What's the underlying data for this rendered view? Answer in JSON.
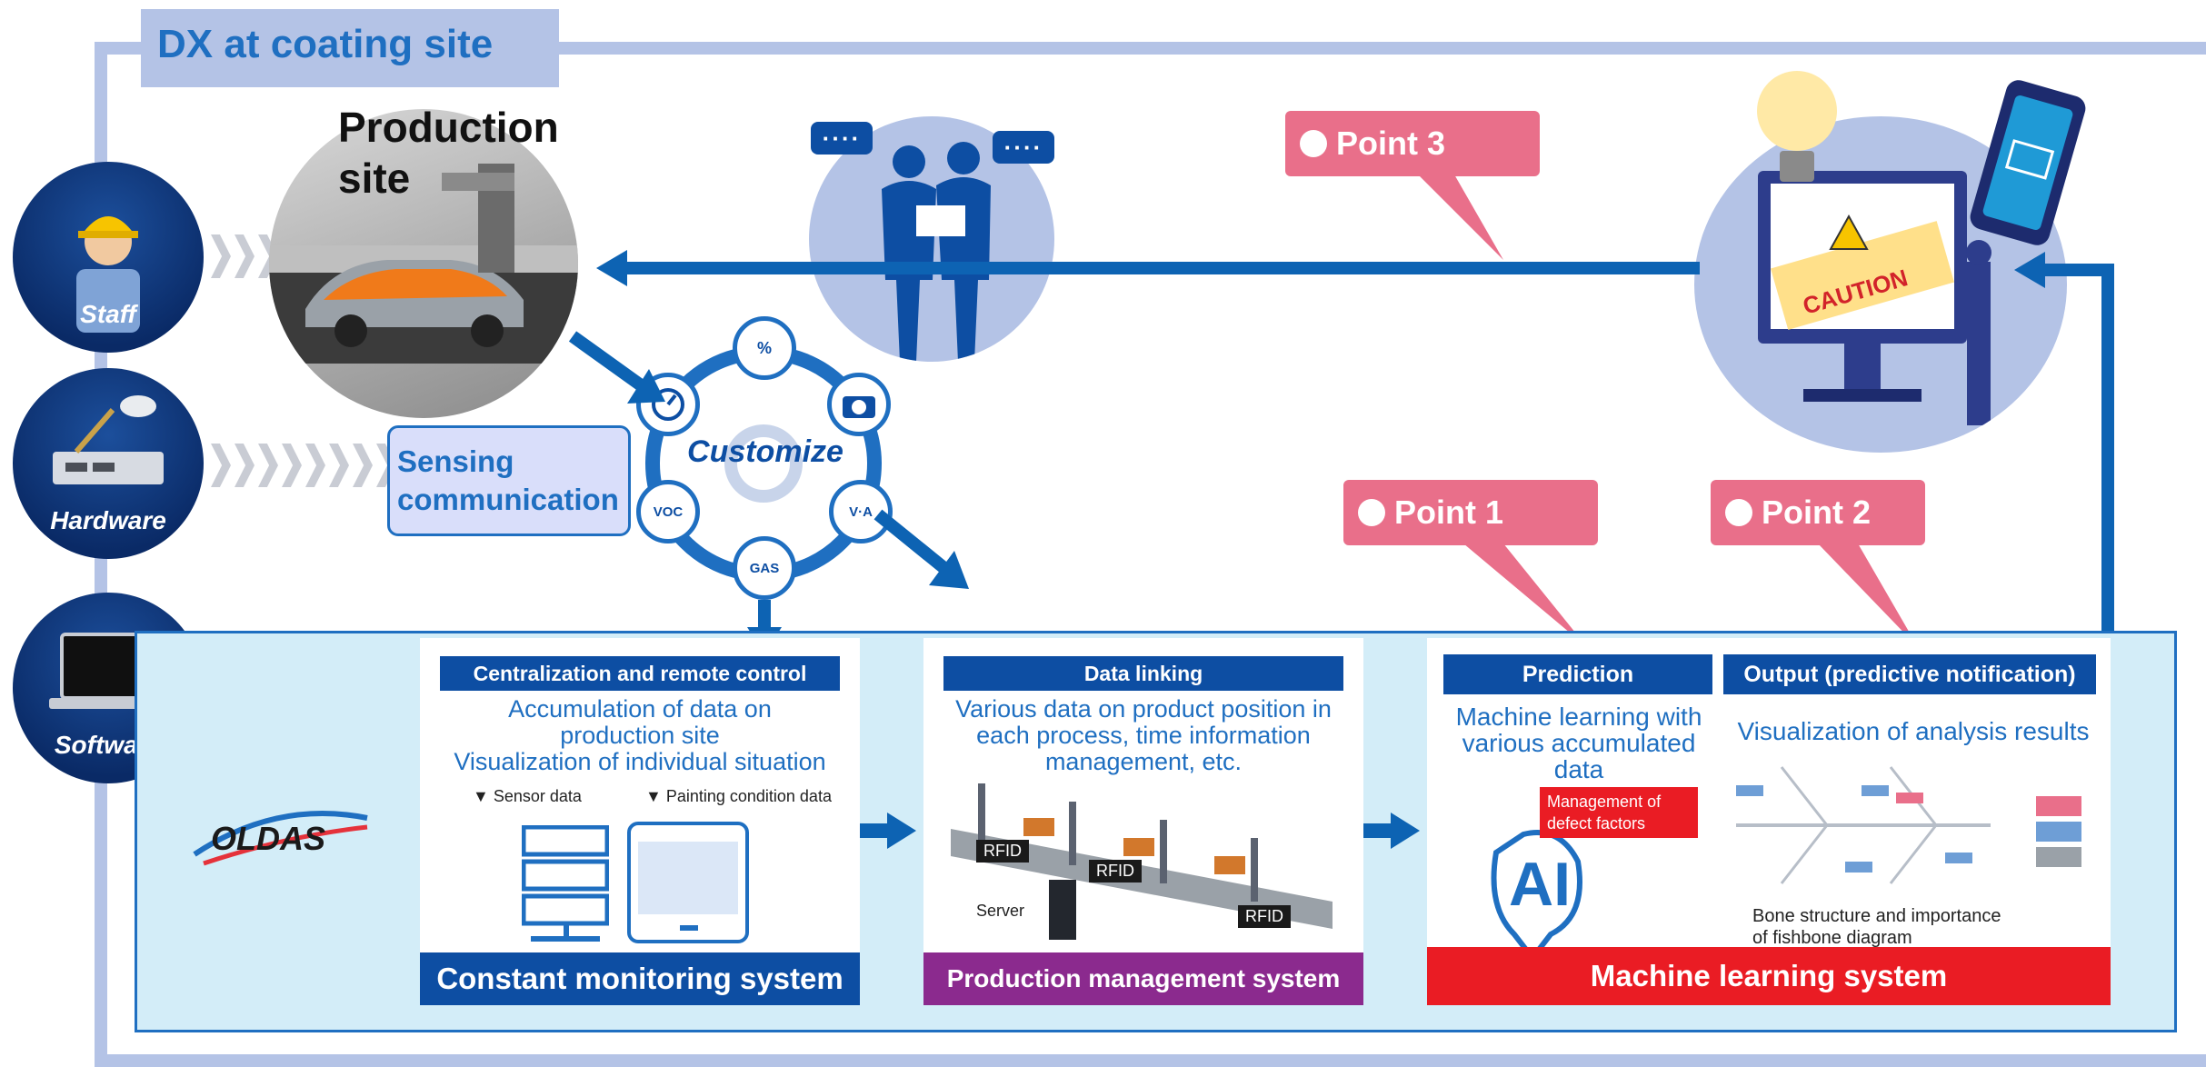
{
  "title": "DX at coating site",
  "actors": [
    {
      "label": "Staff",
      "icon": "worker-icon"
    },
    {
      "label": "Hardware",
      "icon": "router-icon"
    },
    {
      "label": "Software",
      "icon": "laptop-icon"
    }
  ],
  "production_site": {
    "title_line1": "Production",
    "title_line2": "site"
  },
  "sensing": {
    "line1": "Sensing",
    "line2": "communication"
  },
  "customize": {
    "label": "Customize",
    "icons": [
      "humidity-icon",
      "camera-icon",
      "meter-icon",
      "gas-icon",
      "voc-icon",
      "gauge-icon"
    ],
    "icon_texts": {
      "humidity": "%",
      "voc": "VOC",
      "gas": "GAS",
      "meter": "V·A"
    }
  },
  "meeting": {
    "bubble1": "····",
    "bubble2": "····"
  },
  "caution": {
    "text": "CAUTION"
  },
  "points": {
    "p1": "Point 1",
    "p2": "Point 2",
    "p3": "Point 3"
  },
  "oldas": {
    "logo": "OLDAS"
  },
  "constant_monitoring": {
    "header": "Centralization and remote control",
    "text_line1": "Accumulation of data on",
    "text_line2": "production site",
    "text_line3": "Visualization of individual situation",
    "sensor_label": "▼ Sensor data",
    "painting_label": "▼ Painting condition data",
    "footer": "Constant monitoring system"
  },
  "production_management": {
    "header": "Data linking",
    "text_line1": "Various data on product position in",
    "text_line2": "each process, time information",
    "text_line3": "management, etc.",
    "rfid": "RFID",
    "server": "Server",
    "footer": "Production management system"
  },
  "machine_learning": {
    "prediction_header": "Prediction",
    "prediction_line1": "Machine learning with",
    "prediction_line2": "various accumulated",
    "prediction_line3": "data",
    "defect_line1": "Management of",
    "defect_line2": "defect factors",
    "ai": "AI",
    "output_header": "Output (predictive notification)",
    "output_text": "Visualization of analysis results",
    "fishbone_line1": "Bone structure and importance",
    "fishbone_line2": "of fishbone diagram",
    "footer": "Machine learning system"
  },
  "colors": {
    "frame": "#b4c3e6",
    "primary": "#1f6fc1",
    "navy": "#0d4ea3",
    "point": "#e96f8a",
    "monitoring": "#0d4ea3",
    "production": "#8b2a8e",
    "machine": "#ea1c24"
  }
}
